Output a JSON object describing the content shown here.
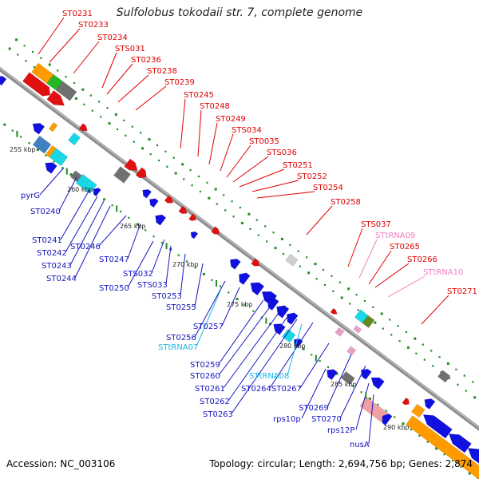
{
  "title": "Sulfolobus tokodaii str. 7, complete genome",
  "footer": {
    "accession": "Accession: NC_003106",
    "summary": "Topology: circular; Length: 2,694,756 bp; Genes: 2,874"
  },
  "colors": {
    "backbone": "#8f8f8f",
    "protein_forward": "#e01010",
    "protein_reverse": "#1010e0",
    "trna": "#e8a0c8",
    "cyan": "#18d8e8",
    "orange": "#ff9a00",
    "gray": "#707070",
    "green": "#22b822",
    "scale_tick": "#228b22",
    "label_top": "#e00000",
    "label_trna_top": "#f080c0",
    "label_bottom": "#1515c0",
    "label_trna_bottom": "#18b8e8"
  },
  "scale_labels": [
    "255 kbp",
    "260 kbp",
    "265 kbp",
    "270 kbp",
    "275 kbp",
    "280 kbp",
    "285 kbp",
    "290 kbp"
  ],
  "top_labels": [
    "ST0231",
    "ST0233",
    "ST0234",
    "STS031",
    "ST0236",
    "ST0238",
    "ST0239",
    "ST0245",
    "ST0248",
    "ST0249",
    "STS034",
    "ST0035",
    "STS036",
    "ST0251",
    "ST0252",
    "ST0254",
    "ST0258",
    "STS037",
    "STtRNA09",
    "ST0265",
    "ST0266",
    "STtRNA10",
    "ST0271"
  ],
  "bottom_labels": [
    "pyrG",
    "ST0240",
    "ST0241",
    "ST0242",
    "ST0243",
    "ST0244",
    "ST0246",
    "ST0247",
    "STS032",
    "ST0250",
    "STS033",
    "ST0253",
    "ST0255",
    "ST0257",
    "ST0256",
    "STtRNA07",
    "ST0259",
    "ST0260",
    "ST0261",
    "ST0262",
    "ST0263",
    "ST0264",
    "STtRNA08",
    "ST0267",
    "ST0269",
    "rps10p",
    "ST0270",
    "rps12P",
    "nusA"
  ]
}
